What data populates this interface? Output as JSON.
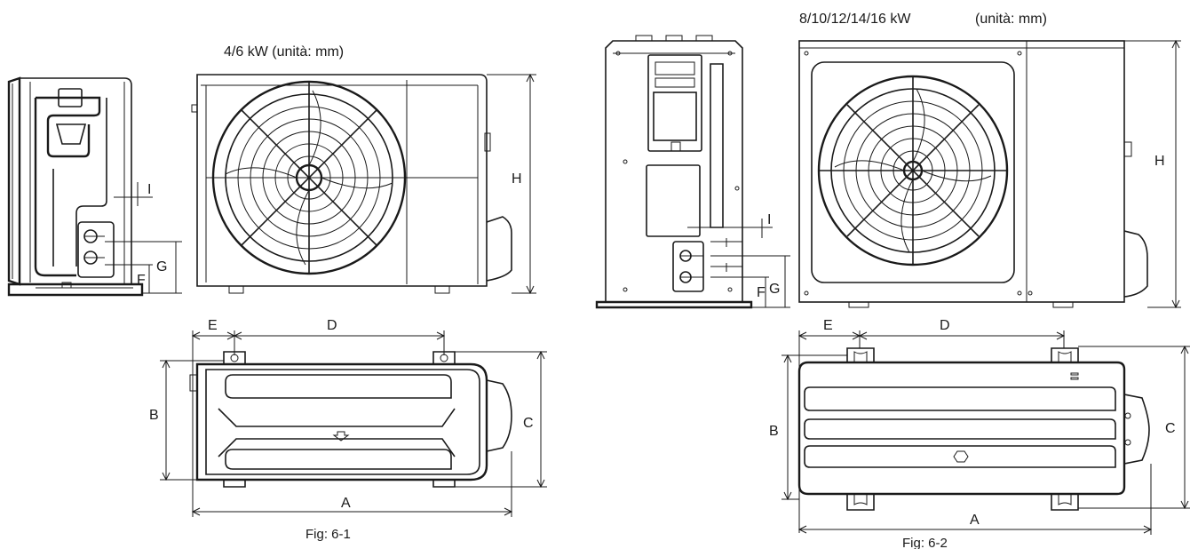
{
  "fig1": {
    "header_cut": "",
    "title": "4/6 kW (unità: mm)",
    "caption": "Fig: 6-1",
    "labels": {
      "A": "A",
      "B": "B",
      "C": "C",
      "D": "D",
      "E": "E",
      "F": "F",
      "G": "G",
      "H": "H",
      "I": "I"
    }
  },
  "fig2": {
    "title": "8/10/12/14/16 kW",
    "unit": "(unità: mm)",
    "caption": "Fig: 6-2",
    "labels": {
      "A": "A",
      "B": "B",
      "C": "C",
      "D": "D",
      "E": "E",
      "F": "F",
      "G": "G",
      "H": "H",
      "I": "I"
    }
  },
  "icons": [
    "fan-grille-icon",
    "drain-outlet-icon",
    "valve-connection-icon"
  ]
}
